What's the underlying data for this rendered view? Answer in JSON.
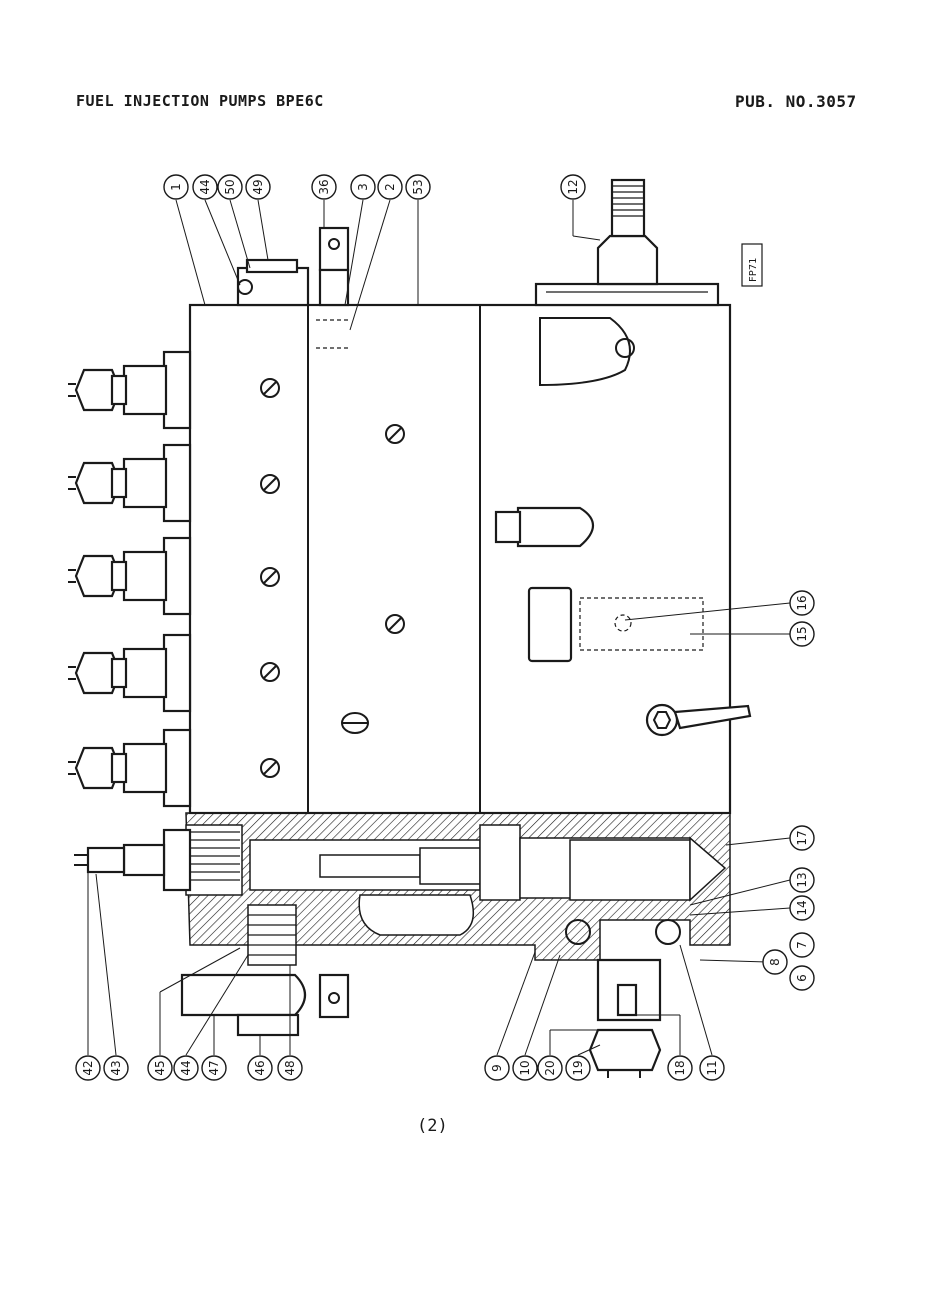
{
  "header": {
    "title": "FUEL INJECTION PUMPS BPE6C",
    "publication": "PUB. NO.3057"
  },
  "figure_stamp": "FP71",
  "page_number": "(2)",
  "callouts": {
    "top": [
      "1",
      "44",
      "50",
      "49",
      "36",
      "3",
      "2",
      "53",
      "12"
    ],
    "right": [
      "16",
      "15",
      "17",
      "13",
      "14",
      "7",
      "8",
      "6"
    ],
    "bottom": [
      "42",
      "43",
      "45",
      "44",
      "47",
      "46",
      "48",
      "9",
      "10",
      "20",
      "19",
      "18",
      "11"
    ]
  }
}
